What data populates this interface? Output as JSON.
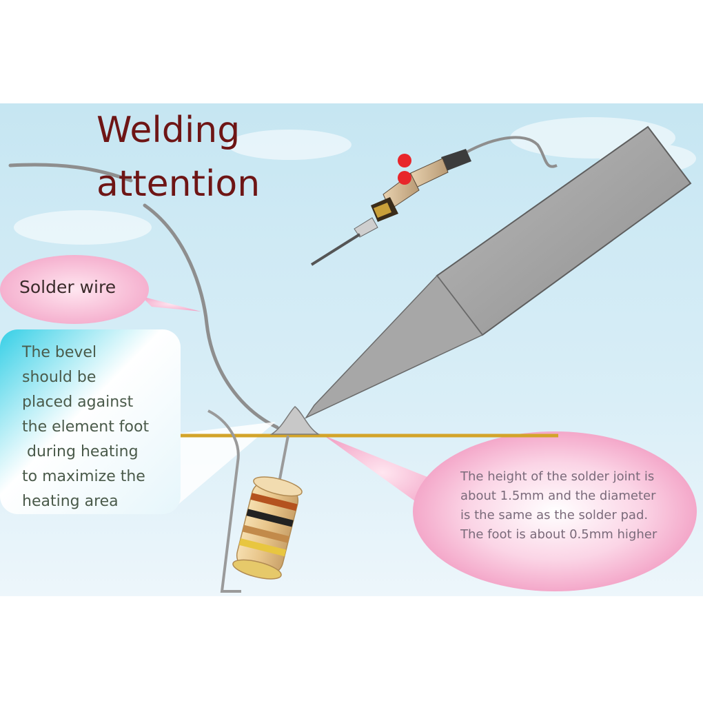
{
  "title": {
    "line1": "Welding",
    "line2": "attention"
  },
  "callouts": {
    "solder_wire": "Solder wire",
    "bevel": {
      "lines": [
        "The bevel",
        "should be",
        "placed against",
        "the element foot",
        " during heating",
        "to maximize the",
        "heating area"
      ]
    },
    "joint": {
      "lines": [
        "The height of the solder joint is",
        "about 1.5mm and the diameter",
        "is the same as the solder pad.",
        "The foot is about 0.5mm higher"
      ]
    }
  },
  "colors": {
    "sky_top": "#c9e7f3",
    "sky_bottom": "#e6f4fb",
    "title": "#6e1515",
    "pink_bubble": "#f4a2c6",
    "cyan_bubble": "#4fd6ea",
    "iron_gray": "#a9a9a9",
    "pad_gold": "#d3a42a",
    "status_dot": "#e8262b"
  },
  "icons": {
    "iron": "soldering-iron-icon",
    "resistor": "resistor-icon"
  }
}
